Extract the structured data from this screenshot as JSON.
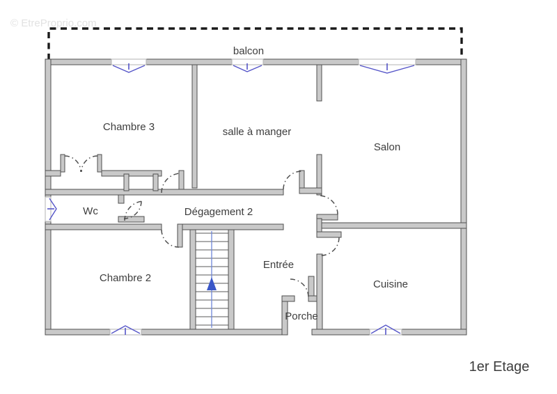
{
  "watermark": "© EtreProprio.com",
  "floor_title": "1er Etage",
  "balcony": {
    "label": "balcon"
  },
  "rooms": [
    {
      "label": "Chambre 3"
    },
    {
      "label": "salle à manger"
    },
    {
      "label": "Salon"
    },
    {
      "label": "Wc"
    },
    {
      "label": "Dégagement 2"
    },
    {
      "label": "Chambre 2"
    },
    {
      "label": "Entrée"
    },
    {
      "label": "Cuisine"
    },
    {
      "label": "Porche"
    }
  ],
  "stairs": {
    "arrow_icon": "up-arrow"
  },
  "window_count": 6,
  "colors": {
    "background": "#ffffff",
    "wall_fill": "#c9c9c9",
    "wall_stroke": "#4f4f4f",
    "window_blue": "#5454c8",
    "stair_arrow_blue": "#3a57c8",
    "stair_line_blue": "#6e86d8",
    "balcony_dash": "#1a1a1a",
    "label_text": "#3d3d3d",
    "watermark": "#e2e2e2"
  }
}
